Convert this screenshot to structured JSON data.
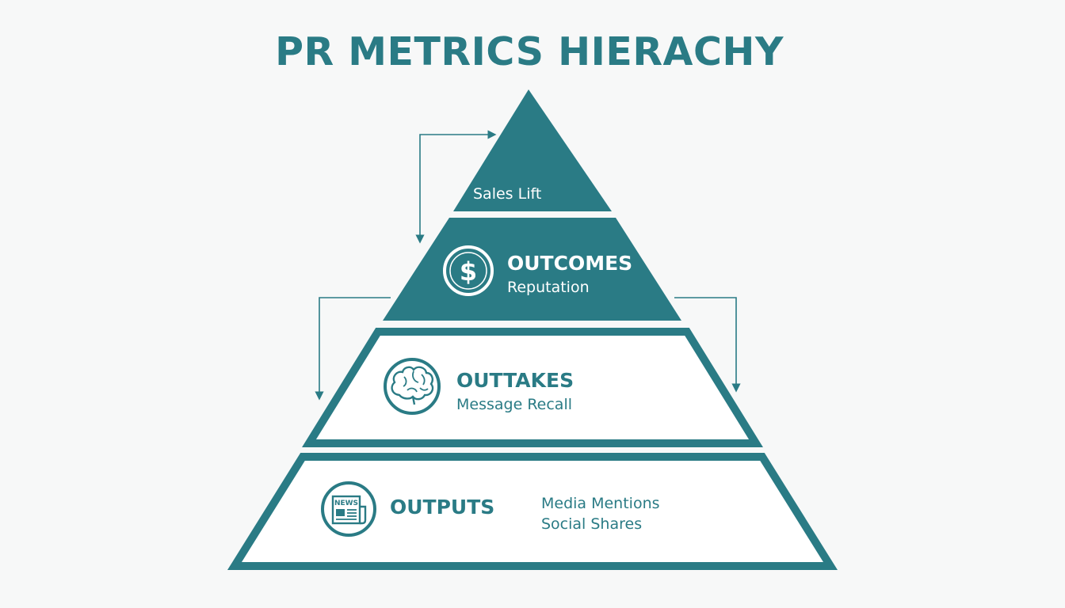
{
  "title": "PR METRICS HIERACHY",
  "colors": {
    "primary": "#2a7b85",
    "background": "#f7f8f8",
    "light_fill": "#ffffff",
    "on_dark_text": "#ffffff"
  },
  "pyramid": {
    "apex": {
      "label": "Sales Lift"
    },
    "outcomes": {
      "name": "OUTCOMES",
      "metric": "Reputation",
      "icon": "dollar-icon"
    },
    "outtakes": {
      "name": "OUTTAKES",
      "metric": "Message Recall",
      "icon": "brain-icon"
    },
    "outputs": {
      "name": "OUTPUTS",
      "metrics": [
        "Media Mentions",
        "Social Shares"
      ],
      "icon": "newspaper-icon",
      "icon_text": "NEWS"
    }
  }
}
